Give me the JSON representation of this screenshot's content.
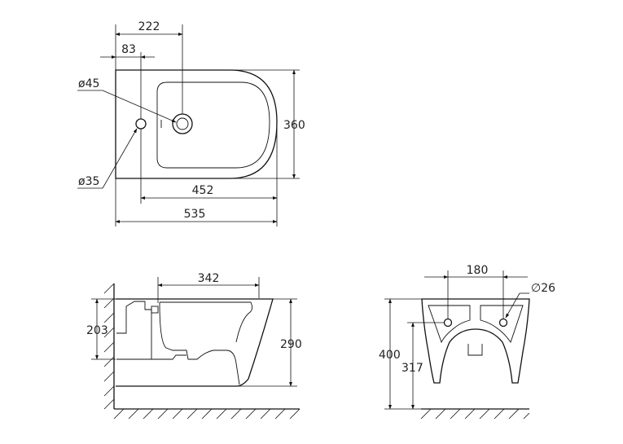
{
  "top_view": {
    "dim_222": "222",
    "dim_83": "83",
    "dim_diameter_45": "ø45",
    "dim_diameter_35": "ø35",
    "dim_360": "360",
    "dim_452": "452",
    "dim_535": "535"
  },
  "side_view": {
    "dim_342": "342",
    "dim_203": "203",
    "dim_290": "290"
  },
  "rear_view": {
    "dim_180": "180",
    "dim_diameter_26": "∅26",
    "dim_400": "400",
    "dim_317": "317"
  }
}
